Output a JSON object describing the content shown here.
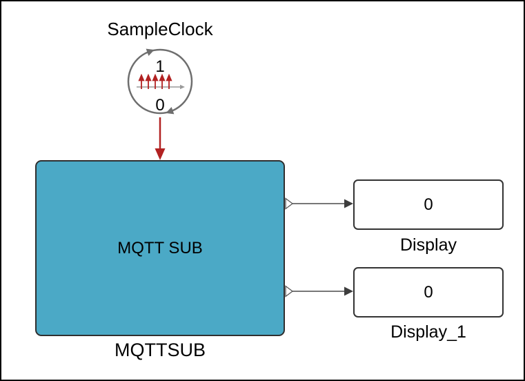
{
  "colors": {
    "block_fill": "#4BA9C6",
    "block_border": "#2F2F2F",
    "signal_red": "#B22222",
    "line_gray": "#4A4A4A",
    "icon_gray": "#6E6E6E"
  },
  "clock": {
    "label": "SampleClock",
    "high": "1",
    "low": "0"
  },
  "mqtt": {
    "title": "MQTT SUB",
    "label": "MQTTSUB"
  },
  "displays": [
    {
      "value": "0",
      "label": "Display"
    },
    {
      "value": "0",
      "label": "Display_1"
    }
  ]
}
